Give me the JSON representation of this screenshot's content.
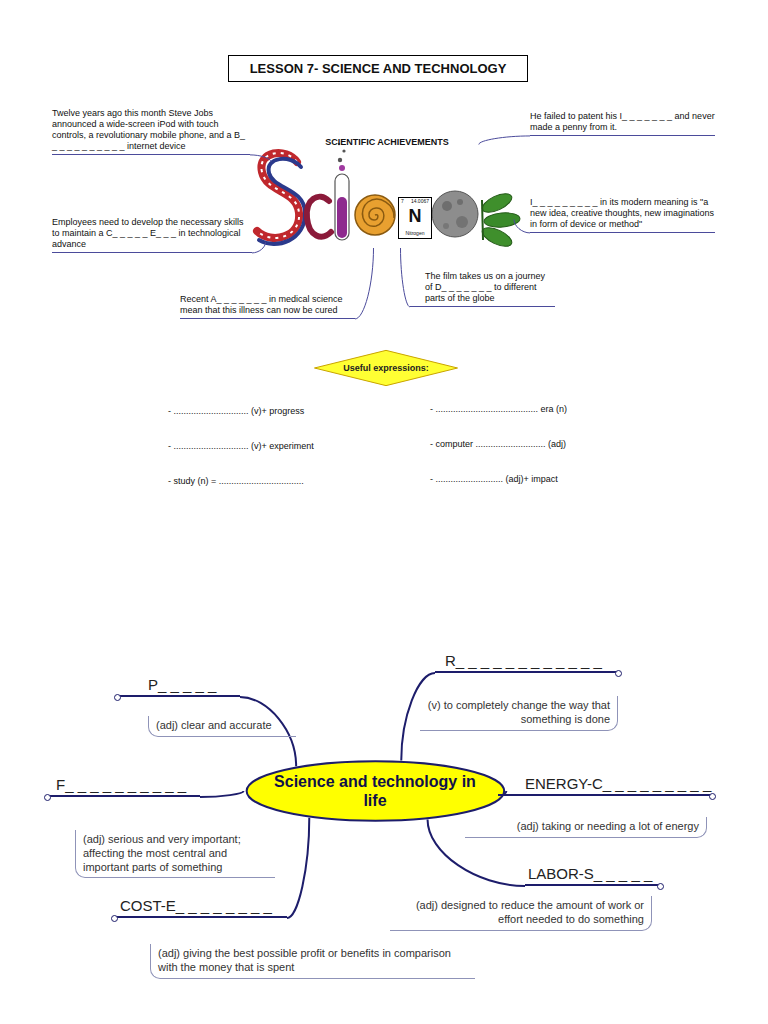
{
  "diagram": {
    "title": "LESSON 7- SCIENCE AND TECHNOLOGY",
    "nodes": [
      {
        "text": [
          "SCIENTIFIC ACHIEVEMENTS"
        ]
      },
      {
        "text": [
          "7",
          "14.0067",
          "N",
          "Nitrogen"
        ],
        "in": 0
      },
      {
        "text": [
          "Twelve years ago this month Steve Jobs announced a wide-screen iPod with touch controls, a revolutionary mobile phone, and a B_ _ _ _ _ _ _ _ _ _ _ internet device"
        ]
      },
      {
        "text": [
          "He failed to patent his I_ _ _ _ _ _ _ and never made a penny from it."
        ]
      },
      {
        "text": [
          "Employees need to develop the necessary skills to maintain a C_ _ _ _ _ E_ _ _ in technological advance"
        ]
      },
      {
        "text": [
          "I_ _ _ _ _ _ _ _ _ in its modern meaning is \"a new idea, creative thoughts, new imaginations in form of device or method\""
        ]
      },
      {
        "text": [
          "Recent A_ _ _ _ _ _ _ in medical science mean that this illness can now be cured"
        ]
      },
      {
        "text": [
          "The film takes us on a journey of D_ _ _ _ _ _ _ to different parts of the globe"
        ]
      },
      {
        "text": [
          "Useful expressions:"
        ]
      },
      {
        "text": [
          "Science and technology in life"
        ]
      },
      {
        "text": [
          "P_ _ _ _ _",
          "(adj) clear and accurate"
        ]
      },
      {
        "text": [
          "R_ _ _ _ _ _ _ _ _ _ _ _",
          "(v) to completely change the way that something is done"
        ]
      },
      {
        "text": [
          "F_ _ _ _ _ _ _ _ _ _",
          "(adj) serious and very important; affecting the most central and important parts of something"
        ]
      },
      {
        "text": [
          "ENERGY-C_ _ _ _ _ _ _ _ _",
          "(adj) taking or needing a lot of energy"
        ]
      },
      {
        "text": [
          "COST-E_ _ _ _ _ _ _ _",
          "(adj) giving the best possible profit or benefits in comparison with the money that is spent"
        ]
      },
      {
        "text": [
          "LABOR-S_ _ _ _ _",
          "(adj) designed to reduce the amount of work or effort needed to do something"
        ]
      }
    ],
    "edges": [
      {
        "from": 0,
        "to": 2,
        "arrow": "none"
      },
      {
        "from": 0,
        "to": 3,
        "arrow": "none"
      },
      {
        "from": 0,
        "to": 4,
        "arrow": "none"
      },
      {
        "from": 0,
        "to": 5,
        "arrow": "none"
      },
      {
        "from": 0,
        "to": 6,
        "arrow": "none"
      },
      {
        "from": 0,
        "to": 7,
        "arrow": "none"
      },
      {
        "from": 9,
        "to": 10,
        "arrow": "none"
      },
      {
        "from": 9,
        "to": 11,
        "arrow": "none"
      },
      {
        "from": 9,
        "to": 12,
        "arrow": "none"
      },
      {
        "from": 9,
        "to": 13,
        "arrow": "none"
      },
      {
        "from": 9,
        "to": 14,
        "arrow": "none"
      },
      {
        "from": 9,
        "to": 15,
        "arrow": "none"
      }
    ],
    "labels": [
      "- .............................. (v)+ progress",
      "- .............................. (v)+ experiment",
      "- study (n) = ..................................",
      "- ......................................... era (n)",
      "- computer ............................ (adj)",
      "- ........................... (adj)+ impact"
    ]
  }
}
